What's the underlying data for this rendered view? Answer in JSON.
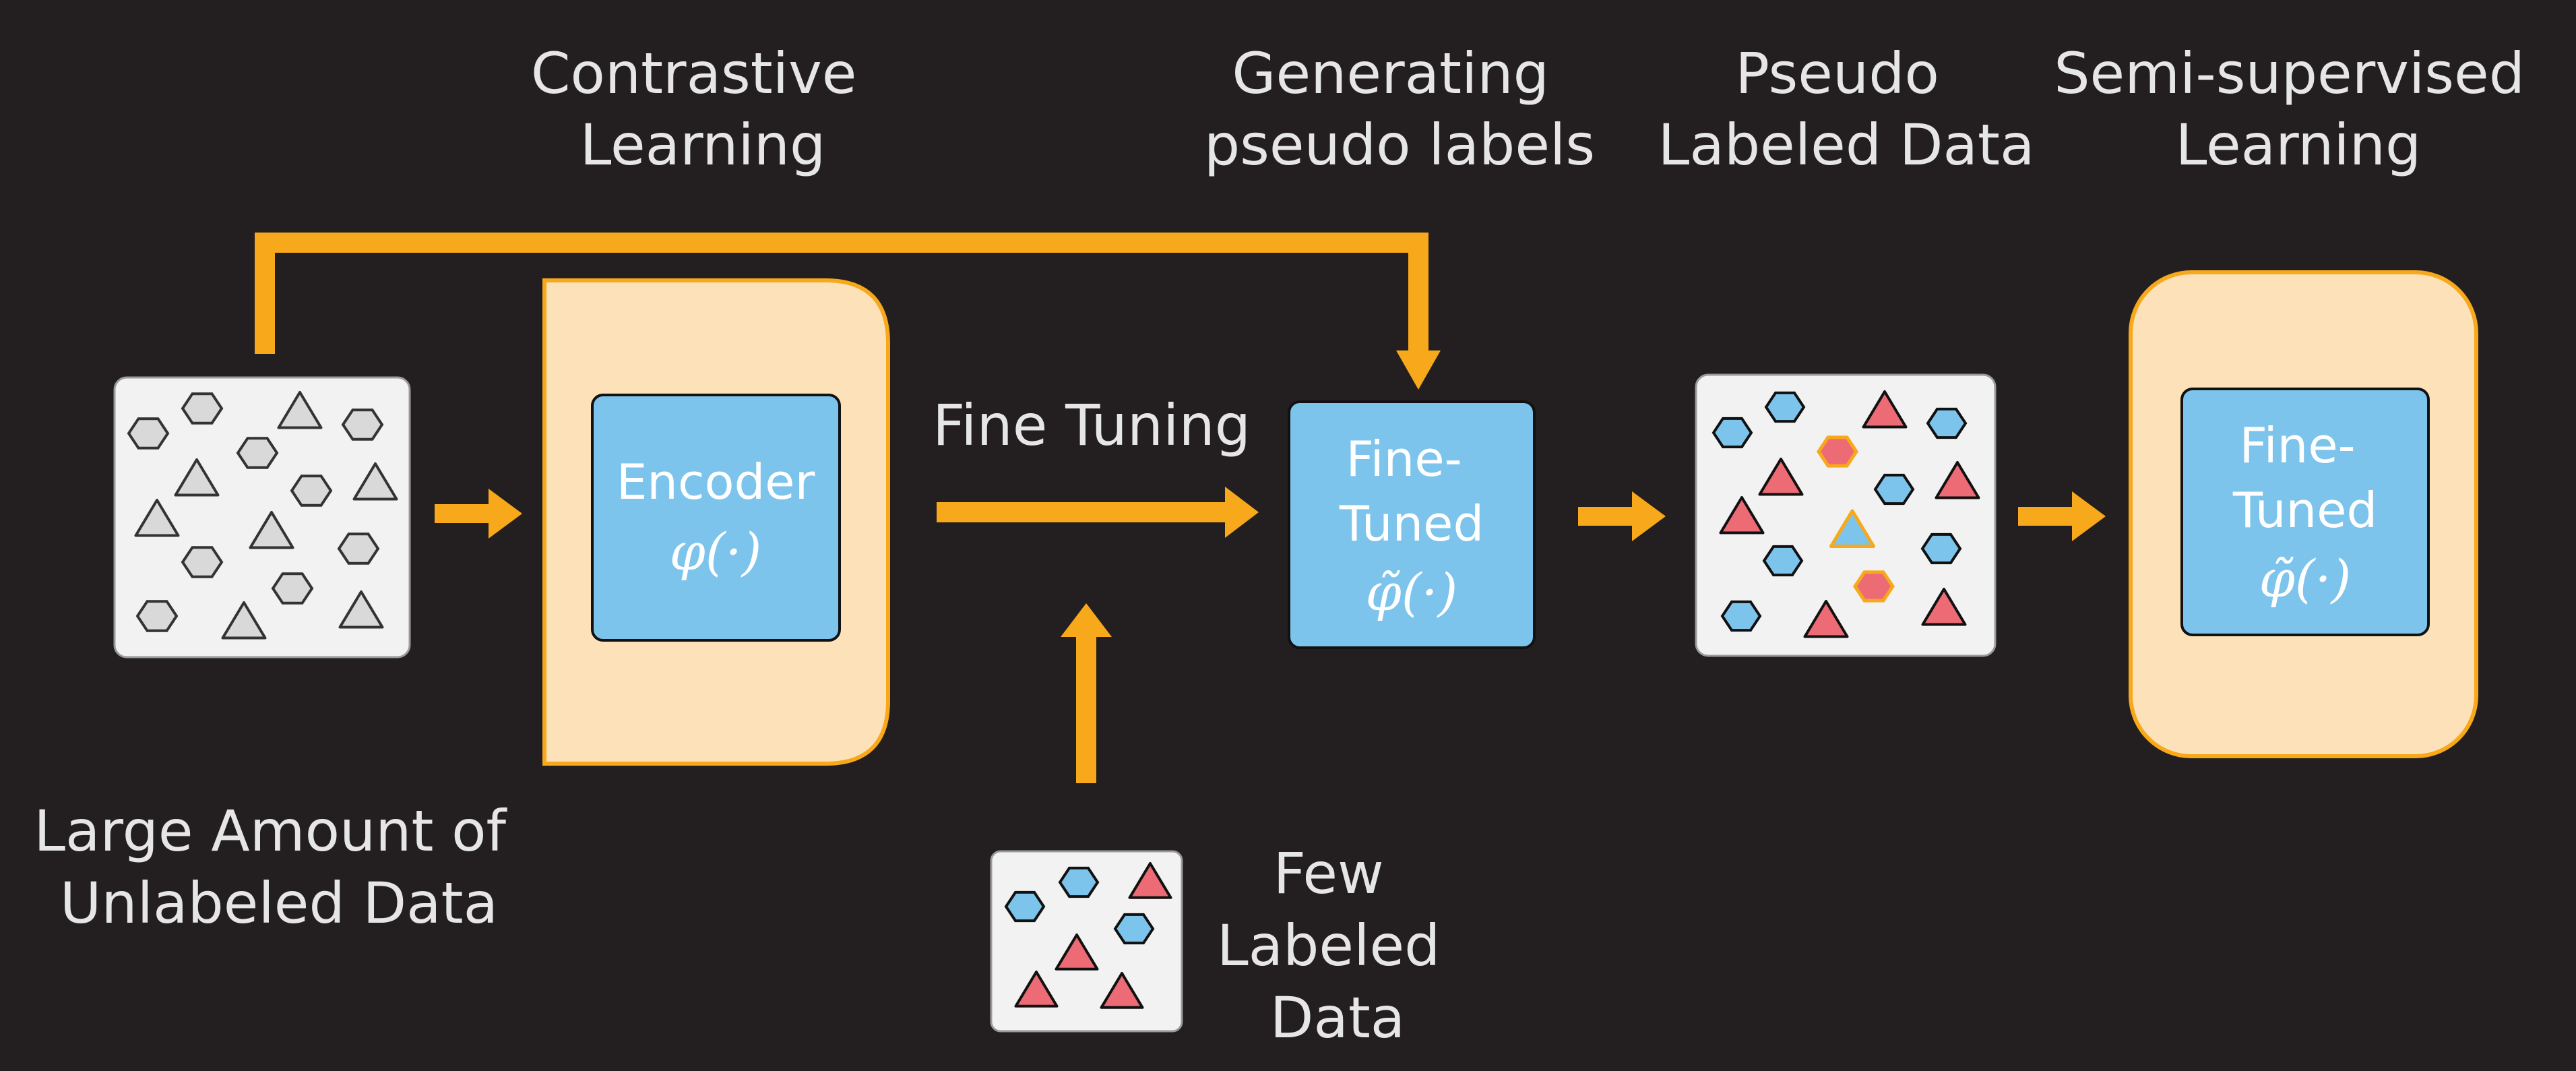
{
  "colors": {
    "background": "#231f20",
    "arrow": "#f7a81b",
    "stage_fill": "#fde1b8",
    "stage_border": "#f7a81b",
    "model_fill": "#7dc4ec",
    "data_panel": "#f2f2f2",
    "unlabeled_shape": "#d9d9d9",
    "class_a_blue": "#7dc4ec",
    "class_b_red": "#ec6b74",
    "text": "#e6e6e6"
  },
  "labels": {
    "contrastive": [
      "Contrastive",
      "Learning"
    ],
    "generating": [
      "Generating",
      "pseudo labels"
    ],
    "pseudo_data": [
      "Pseudo",
      "Labeled Data"
    ],
    "semi": [
      "Semi-supervised",
      "Learning"
    ],
    "fine_tuning": "Fine Tuning",
    "unlabeled": [
      "Large Amount of",
      "Unlabeled Data"
    ],
    "few_labeled": [
      "Few",
      "Labeled",
      "Data"
    ]
  },
  "models": {
    "encoder": {
      "name": "Encoder",
      "func": "φ(·)"
    },
    "fine_tuned": {
      "name": [
        "Fine-",
        "Tuned"
      ],
      "func": "φ̃(·)"
    },
    "semi_fine_tuned": {
      "name": [
        "Fine-",
        "Tuned"
      ],
      "func": "φ̃(·)"
    }
  },
  "icons": {
    "hexagon": "hexagon-icon",
    "triangle": "triangle-icon",
    "arrow": "arrow-icon"
  }
}
